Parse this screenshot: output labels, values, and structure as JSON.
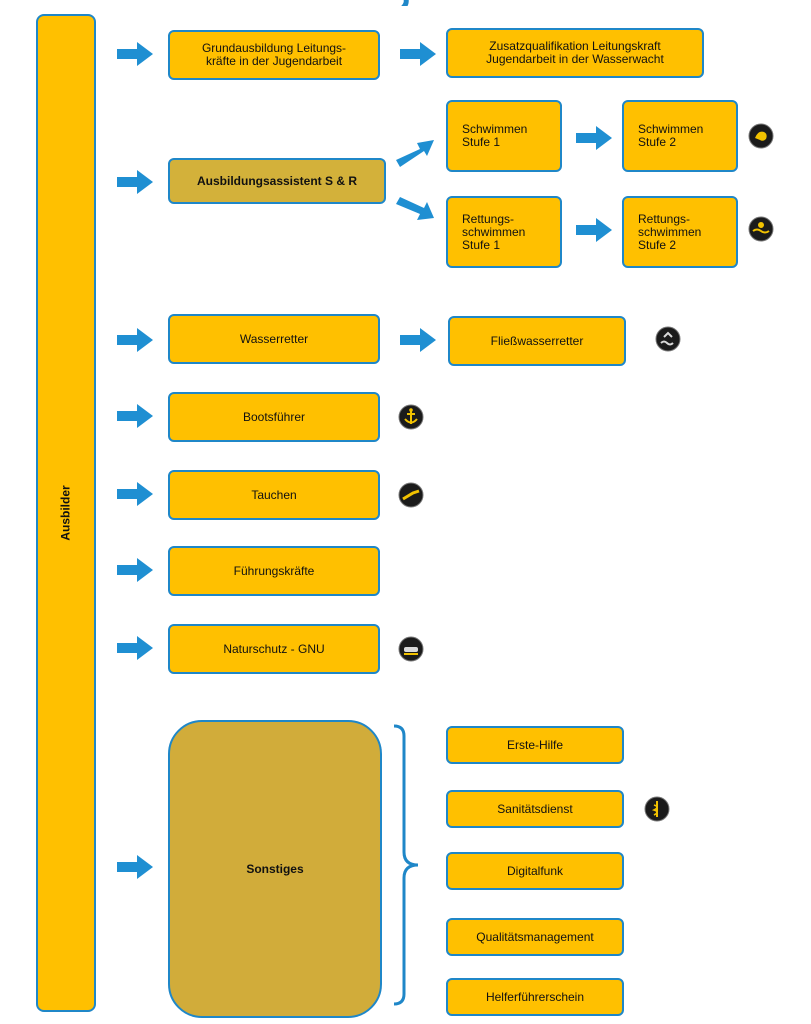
{
  "colors": {
    "box_fill": "#ffc000",
    "box_border": "#1f87c8",
    "highlight_fill": "#d3b13a",
    "arrow": "#1f8fd2",
    "badge": "#1b1b1b"
  },
  "side_label": "Ausbilder",
  "nodes": {
    "grundausbildung": "Grundausbildung Leitungs-\nkräfte in der Jugendarbeit",
    "zusatzqualifikation": "Zusatzqualifikation Leitungskraft\nJugendarbeit in der Wasserwacht",
    "ausbildungsassistent": "Ausbildungsassistent S & R",
    "schwimmen1": "Schwimmen\nStufe 1",
    "schwimmen2": "Schwimmen\nStufe 2",
    "rettungsschwimmen1": "Rettungs-\nschwimmen\nStufe 1",
    "rettungsschwimmen2": "Rettungs-\nschwimmen\nStufe 2",
    "wasserretter": "Wasserretter",
    "fliesswasserretter": "Fließwasserretter",
    "bootsfuehrer": "Bootsführer",
    "tauchen": "Tauchen",
    "fuehrungskraefte": "Führungskräfte",
    "naturschutz": "Naturschutz - GNU",
    "sonstiges": "Sonstiges"
  },
  "sonstiges_items": [
    "Erste-Hilfe",
    "Sanitätsdienst",
    "Digitalfunk",
    "Qualitätsmanagement",
    "Helferführerschein"
  ],
  "badges": [
    "swimmer-icon",
    "lifeguard-icon",
    "river-rescue-icon",
    "anchor-icon",
    "diver-icon",
    "nature-icon",
    "medical-icon"
  ]
}
